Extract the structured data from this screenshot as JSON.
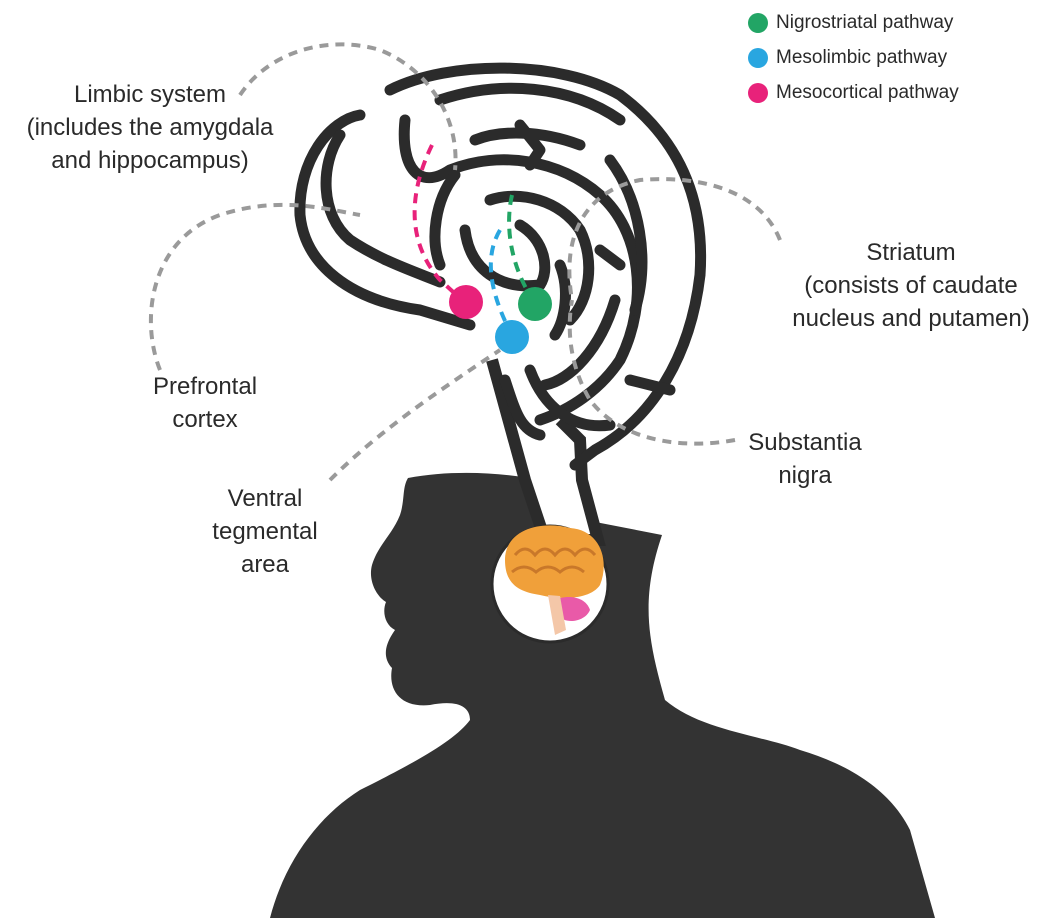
{
  "legend": [
    {
      "label": "Nigrostriatal pathway",
      "color": "#22a565"
    },
    {
      "label": "Mesolimbic pathway",
      "color": "#29a6e0"
    },
    {
      "label": "Mesocortical pathway",
      "color": "#e8227a"
    }
  ],
  "labels": {
    "limbic": [
      "Limbic system",
      "(includes the amygdala",
      "and hippocampus)"
    ],
    "striatum": [
      "Striatum",
      "(consists of caudate",
      "nucleus and putamen)"
    ],
    "prefrontal": [
      "Prefrontal",
      "cortex"
    ],
    "substantia": [
      "Substantia",
      "nigra"
    ],
    "vta": [
      "Ventral",
      "tegmental",
      "area"
    ]
  },
  "colors": {
    "maze": "#2b2b2b",
    "silhouette": "#333333",
    "leader": "#9a9a9a",
    "nigrostriatal": "#22a565",
    "mesolimbic": "#29a6e0",
    "mesocortical": "#e8227a"
  }
}
